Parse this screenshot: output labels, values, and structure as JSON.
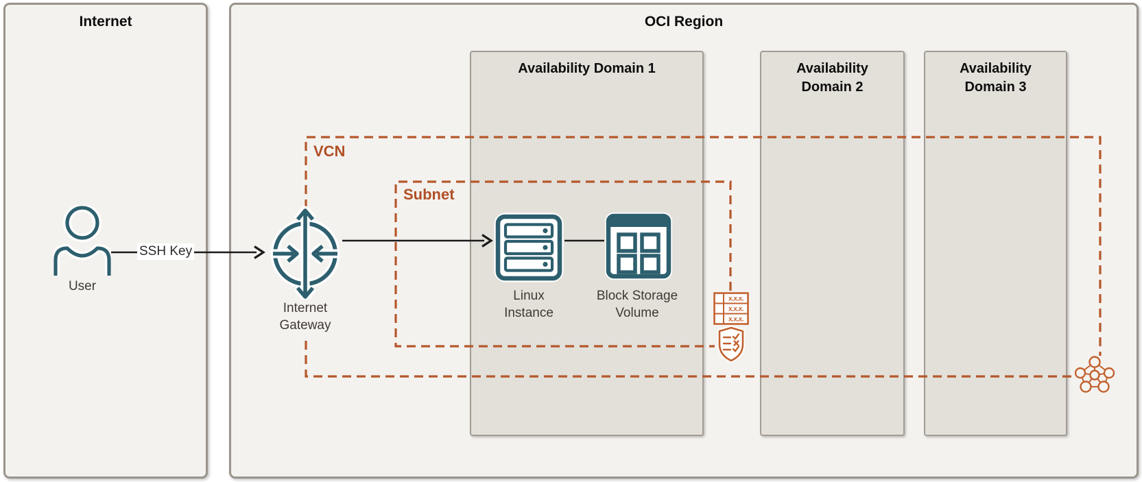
{
  "internet_box": {
    "title": "Internet"
  },
  "region_box": {
    "title": "OCI Region"
  },
  "availability_domains": [
    {
      "line1": "Availability Domain 1",
      "line2": ""
    },
    {
      "line1": "Availability",
      "line2": "Domain 2"
    },
    {
      "line1": "Availability",
      "line2": "Domain 3"
    }
  ],
  "vcn": {
    "label": "VCN"
  },
  "subnet": {
    "label": "Subnet"
  },
  "nodes": {
    "user": {
      "label": "User"
    },
    "internet_gateway": {
      "line1": "Internet",
      "line2": "Gateway"
    },
    "linux_instance": {
      "line1": "Linux",
      "line2": "Instance"
    },
    "block_storage_volume": {
      "line1": "Block Storage",
      "line2": "Volume"
    }
  },
  "edges": {
    "ssh_key": {
      "label": "SSH Key"
    }
  },
  "icons": {
    "route_table": {
      "cell_text": "x.x.x."
    }
  },
  "colors": {
    "icon_teal": "#2D5F6E",
    "boundary_orange": "#B5582B",
    "small_icon_orange": "#C2612F",
    "region_fill": "#F4F2EF",
    "ad_fill": "#E3E0DA",
    "box_border_gray": "#9A948C",
    "arrow_black": "#1B1B1B",
    "label_text": "#3F3933"
  }
}
